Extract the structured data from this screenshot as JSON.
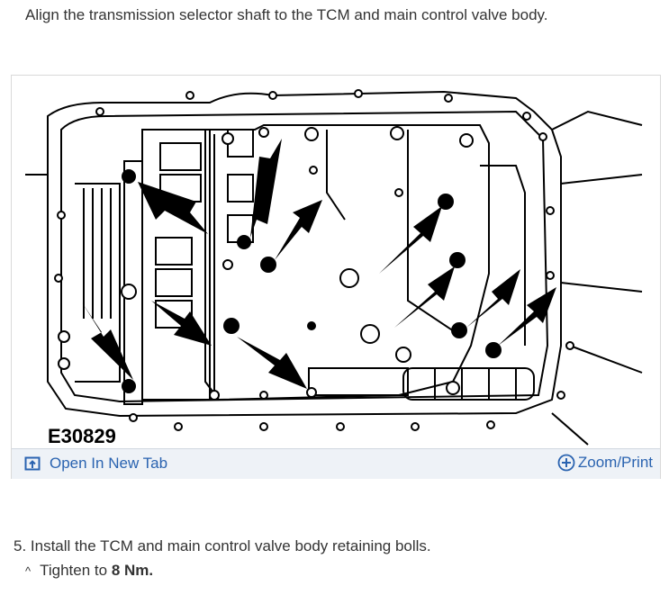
{
  "intro_text": "Align the transmission selector shaft to the TCM and main control valve body.",
  "figure": {
    "code": "E30829",
    "open_new_tab_label": "Open In New Tab",
    "open_new_tab_icon": "open-new-tab-icon",
    "zoom_print_label": "Zoom/Print",
    "zoom_print_icon": "zoom-plus-icon",
    "link_color": "#2a63b0",
    "toolbar_color": "#eef2f7"
  },
  "steps": [
    {
      "text": "5. Install the TCM and main control valve body retaining bolls.",
      "substeps": [
        {
          "prefix": "^",
          "text": "Tighten to ",
          "value": "8 Nm."
        }
      ]
    }
  ]
}
